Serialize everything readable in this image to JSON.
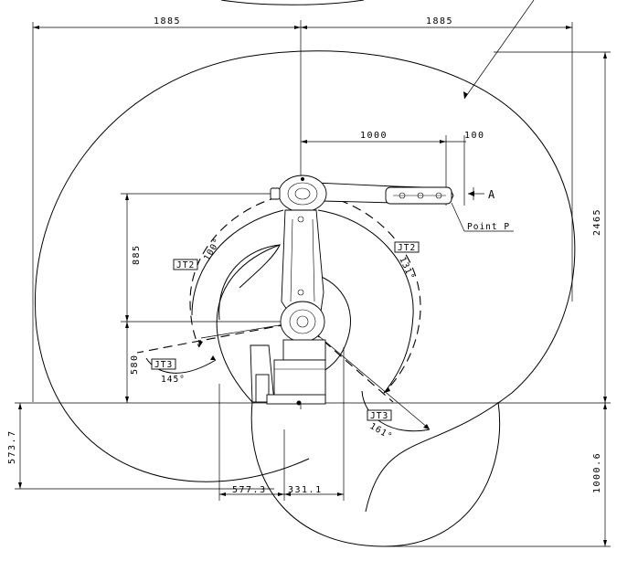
{
  "dimensions": {
    "top_left_width": "1885",
    "top_right_width": "1885",
    "arm_reach": "1000",
    "wrist_offset": "100",
    "total_height": "2465",
    "jt2_to_top": "885",
    "jt2_height": "580",
    "below_base_left": "573.7",
    "below_base_right": "1000.6",
    "left_offset": "577.3",
    "right_offset": "331.1"
  },
  "labels": {
    "arrow_a": "A",
    "point_p": "Point P",
    "jt2_left": "JT2",
    "jt2_left_angle": "100°",
    "jt2_right": "JT2",
    "jt2_right_angle": "131°",
    "jt3_left": "JT3",
    "jt3_left_angle": "145°",
    "jt3_right": "JT3",
    "jt3_right_angle": "161°"
  }
}
